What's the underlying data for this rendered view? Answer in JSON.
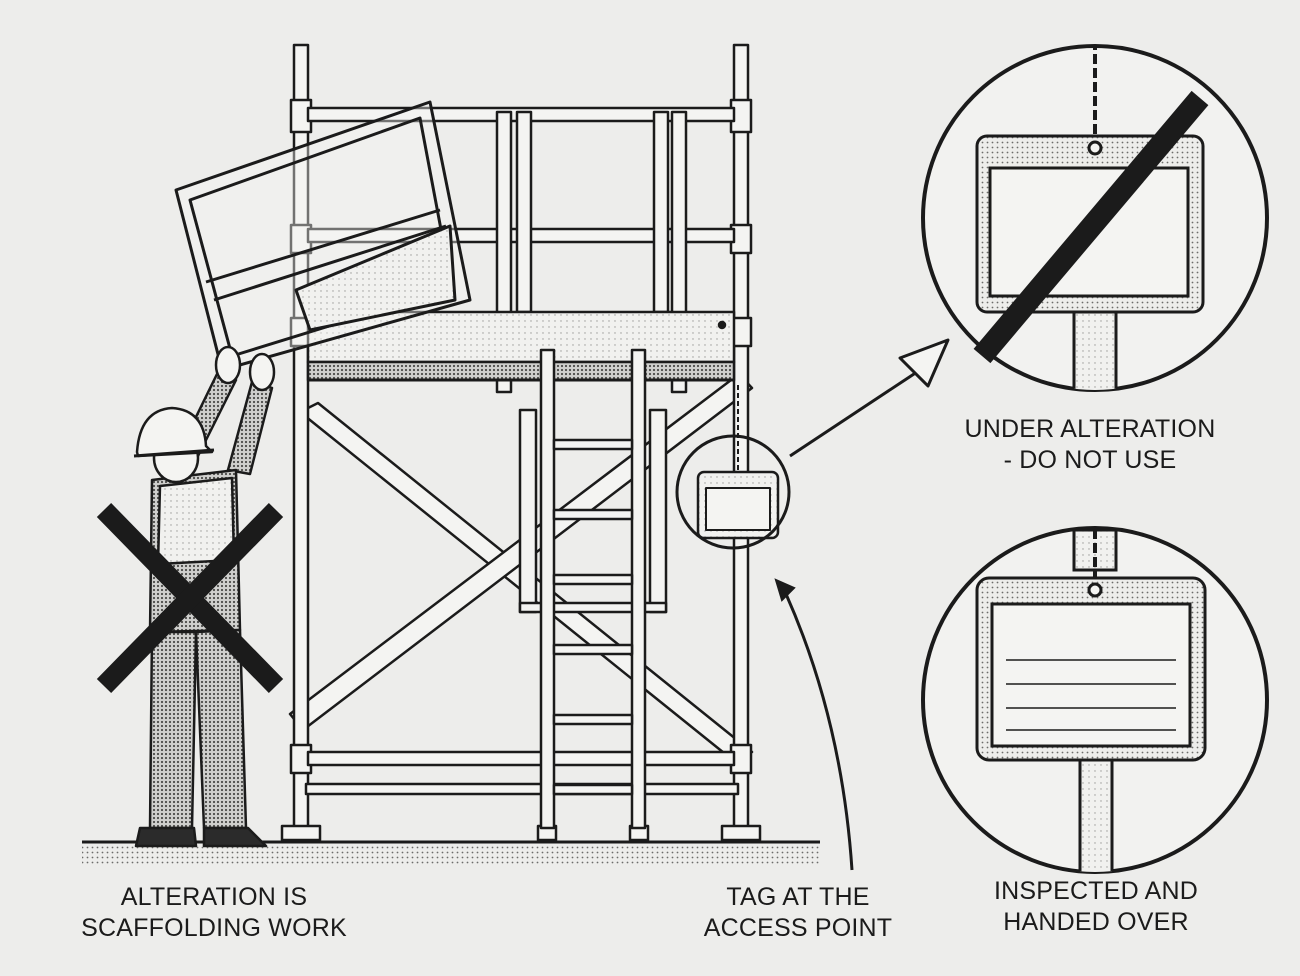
{
  "captions": {
    "alteration": {
      "line1": "ALTERATION IS",
      "line2": "SCAFFOLDING WORK"
    },
    "tag_access": {
      "line1": "TAG AT THE",
      "line2": "ACCESS POINT"
    },
    "under_alteration": {
      "line1": "UNDER ALTERATION",
      "line2": "- DO NOT USE"
    },
    "inspected": {
      "line1": "INSPECTED AND",
      "line2": "HANDED OVER"
    }
  },
  "colors": {
    "ink": "#1b1b1b",
    "paper": "#ededeb",
    "metal_fill": "#f4f4f2",
    "shade": "#8a8a88"
  },
  "icons": {
    "prohibited_x": "cross-mark-icon",
    "no_entry_slash": "prohibition-slash-icon",
    "pointer_arrow": "arrow-icon"
  }
}
